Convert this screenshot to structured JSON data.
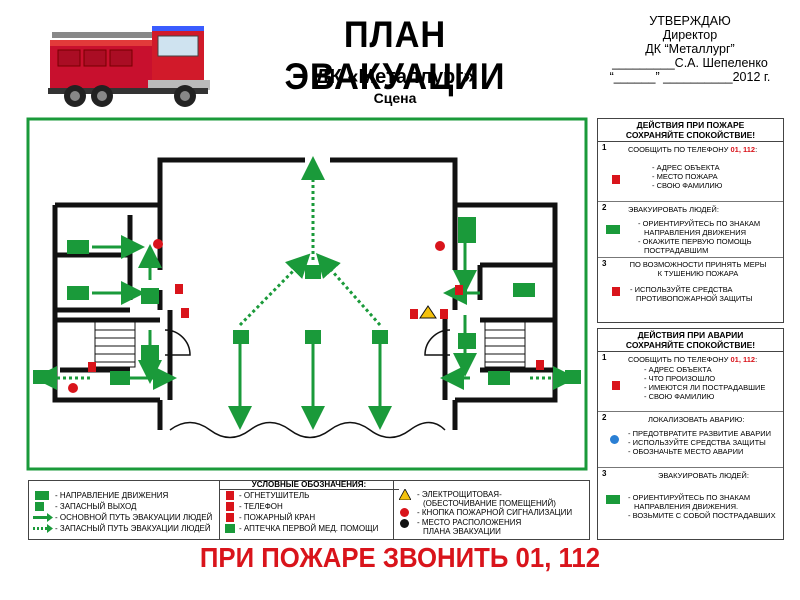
{
  "header": {
    "title": "ПЛАН ЭВАКУАЦИИ",
    "building": "ДК «Металлург»",
    "location": "Сцена"
  },
  "approval": {
    "line1": "УТВЕРЖДАЮ",
    "line2": "Директор",
    "line3": "ДК “Металлург”",
    "line4": "_________С.А. Шепеленко",
    "line5": "“______” __________2012 г."
  },
  "fire_actions": {
    "title1": "ДЕЙСТВИЯ ПРИ ПОЖАРЕ",
    "title2": "СОХРАНЯЙТЕ СПОКОЙСТВИЕ!",
    "step1": {
      "num": "1",
      "text": "СООБЩИТЬ ПО ТЕЛЕФОНУ",
      "phones": "01, 112",
      "colon": ":",
      "items": [
        "- АДРЕС ОБЪЕКТА",
        "- МЕСТО ПОЖАРА",
        "- СВОЮ ФАМИЛИЮ"
      ]
    },
    "step2": {
      "num": "2",
      "text": "ЭВАКУИРОВАТЬ ЛЮДЕЙ:",
      "items": [
        "- ОРИЕНТИРУЙТЕСЬ ПО ЗНАКАМ",
        "НАПРАВЛЕНИЯ ДВИЖЕНИЯ",
        "- ОКАЖИТЕ ПЕРВУЮ ПОМОЩЬ",
        "ПОСТРАДАВШИМ"
      ]
    },
    "step3": {
      "num": "3",
      "text1": "ПО ВОЗМОЖНОСТИ ПРИНЯТЬ МЕРЫ",
      "text2": "К ТУШЕНИЮ ПОЖАРА",
      "items": [
        "- ИСПОЛЬЗУЙТЕ СРЕДСТВА",
        "ПРОТИВОПОЖАРНОЙ ЗАЩИТЫ"
      ]
    }
  },
  "accident_actions": {
    "title1": "ДЕЙСТВИЯ ПРИ АВАРИИ",
    "title2": "СОХРАНЯЙТЕ СПОКОЙСТВИЕ!",
    "step1": {
      "num": "1",
      "text": "СООБЩИТЬ ПО ТЕЛЕФОНУ",
      "phones": "01, 112",
      "colon": ":",
      "items": [
        "- АДРЕС ОБЪЕКТА",
        "- ЧТО ПРОИЗОШЛО",
        "- ИМЕЮТСЯ ЛИ ПОСТРАДАВШИЕ",
        "- СВОЮ ФАМИЛИЮ"
      ]
    },
    "step2": {
      "num": "2",
      "text": "ЛОКАЛИЗОВАТЬ АВАРИЮ:",
      "items": [
        "- ПРЕДОТВРАТИТЕ РАЗВИТИЕ АВАРИИ",
        "- ИСПОЛЬЗУЙТЕ СРЕДСТВА ЗАЩИТЫ",
        "- ОБОЗНАЧЬТЕ МЕСТО АВАРИИ"
      ]
    },
    "step3": {
      "num": "3",
      "text": "ЭВАКУИРОВАТЬ ЛЮДЕЙ:",
      "items": [
        "- ОРИЕНТИРУЙТЕСЬ ПО ЗНАКАМ",
        "НАПРАВЛЕНИЯ ДВИЖЕНИЯ.",
        "- ВОЗЬМИТЕ С СОБОЙ ПОСТРАДАВШИХ"
      ]
    }
  },
  "legend": {
    "title": "УСЛОВНЫЕ ОБОЗНАЧЕНИЯ:",
    "col1": [
      "- НАПРАВЛЕНИЕ ДВИЖЕНИЯ",
      "- ЗАПАСНЫЙ ВЫХОД",
      "- ОСНОВНОЙ ПУТЬ ЭВАКУАЦИИ ЛЮДЕЙ",
      "- ЗАПАСНЫЙ ПУТЬ ЭВАКУАЦИИ ЛЮДЕЙ"
    ],
    "col2": [
      "- ОГНЕТУШИТЕЛЬ",
      "- ТЕЛЕФОН",
      "- ПОЖАРНЫЙ КРАН",
      "- АПТЕЧКА ПЕРВОЙ МЕД. ПОМОЩИ"
    ],
    "col3": [
      "- ЭЛЕКТРОЩИТОВАЯ-",
      "(ОБЕСТОЧИВАНИЕ ПОМЕЩЕНИЙ)",
      "- КНОПКА ПОЖАРНОЙ СИГНАЛИЗАЦИИ",
      "- МЕСТО РАСПОЛОЖЕНИЯ",
      "ПЛАНА ЭВАКУАЦИИ"
    ]
  },
  "footer": "ПРИ ПОЖАРЕ ЗВОНИТЬ 01, 112",
  "colors": {
    "green": "#1a9a3a",
    "red": "#d9141b",
    "wall": "#111111"
  },
  "icons": [
    "fire-truck-icon",
    "exit-sign-icon",
    "emergency-exit-icon",
    "fire-extinguisher-icon",
    "phone-icon",
    "fire-hydrant-icon",
    "first-aid-icon",
    "electrical-panel-icon",
    "alarm-button-icon",
    "plan-location-icon"
  ]
}
